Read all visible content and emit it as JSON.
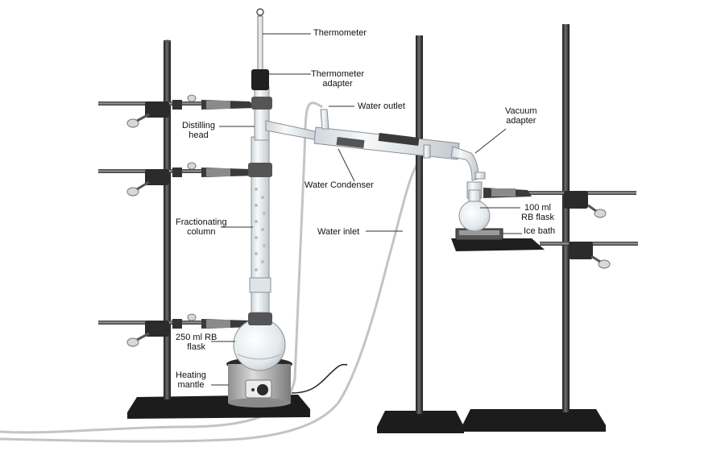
{
  "labels": {
    "thermometer": [
      "Thermometer"
    ],
    "thermometer_adapter": [
      "Thermometer",
      "adapter"
    ],
    "water_outlet": [
      "Water outlet"
    ],
    "distilling_head": [
      "Distilling",
      "head"
    ],
    "vacuum_adapter": [
      "Vacuum",
      "adapter"
    ],
    "water_condenser": [
      "Water Condenser"
    ],
    "rb_flask_100": [
      "100 ml",
      "RB flask"
    ],
    "fractionating_column": [
      "Fractionating",
      "column"
    ],
    "water_inlet": [
      "Water inlet"
    ],
    "ice_bath": [
      "Ice bath"
    ],
    "rb_flask_250": [
      "250 ml RB",
      "flask"
    ],
    "heating_mantle": [
      "Heating",
      "mantle"
    ]
  },
  "colors": {
    "metal_dark": "#2a2a2a",
    "metal_mid": "#6a6a6a",
    "glass_fill": "#eef1f3",
    "glass_stroke": "#8a9096",
    "base_black": "#1c1c1c",
    "tubing": "#c7c7c7",
    "leader": "#333333"
  },
  "icons": {
    "clamp": "lab-clamp-icon",
    "stand": "ring-stand-icon",
    "knob": "control-knob-icon"
  }
}
